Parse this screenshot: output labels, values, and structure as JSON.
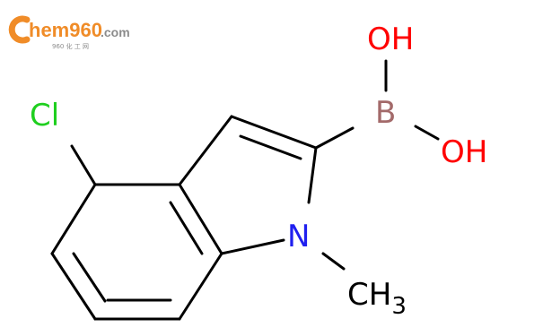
{
  "logo": {
    "brand": "hem960",
    "tld": ".com",
    "subtitle": "960 化 工 网",
    "colors": {
      "orange": "#f08c28",
      "gray": "#8c8c8c"
    }
  },
  "molecule": {
    "atoms": {
      "oh_top": "OH",
      "boron": "B",
      "oh_right": "OH",
      "chlorine": "Cl",
      "nitrogen": "N",
      "methyl_c": "CH",
      "methyl_sub": "3"
    },
    "colors": {
      "oxygen": "#ff0000",
      "boron": "#a36a6a",
      "chlorine": "#1fcf1f",
      "nitrogen": "#1f1fef",
      "carbon": "#000000"
    }
  }
}
